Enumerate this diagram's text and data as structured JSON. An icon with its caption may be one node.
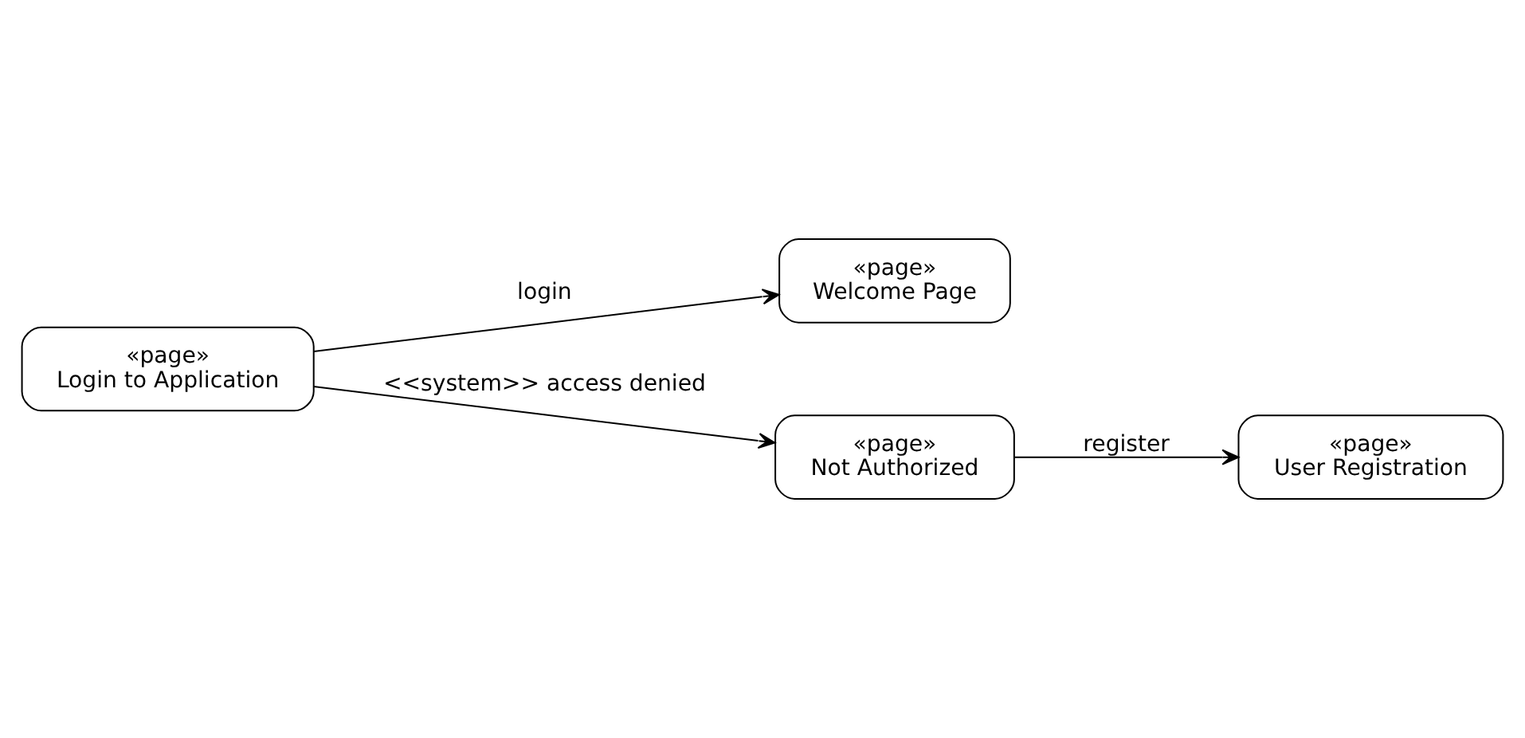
{
  "diagram": {
    "nodes": [
      {
        "text": [
          "«page»",
          "Login to Application"
        ]
      },
      {
        "text": [
          "«page»",
          "Welcome Page"
        ]
      },
      {
        "text": [
          "«page»",
          "User Registration"
        ]
      },
      {
        "text": [
          "«page»",
          "Not Authorized"
        ]
      }
    ],
    "edges": [
      {
        "from": 0,
        "to": 1,
        "arrow": "to",
        "label": "login"
      },
      {
        "from": 0,
        "to": 3,
        "arrow": "to",
        "label": "<<system>> access denied"
      },
      {
        "from": 3,
        "to": 2,
        "arrow": "to",
        "label": "register"
      }
    ]
  }
}
